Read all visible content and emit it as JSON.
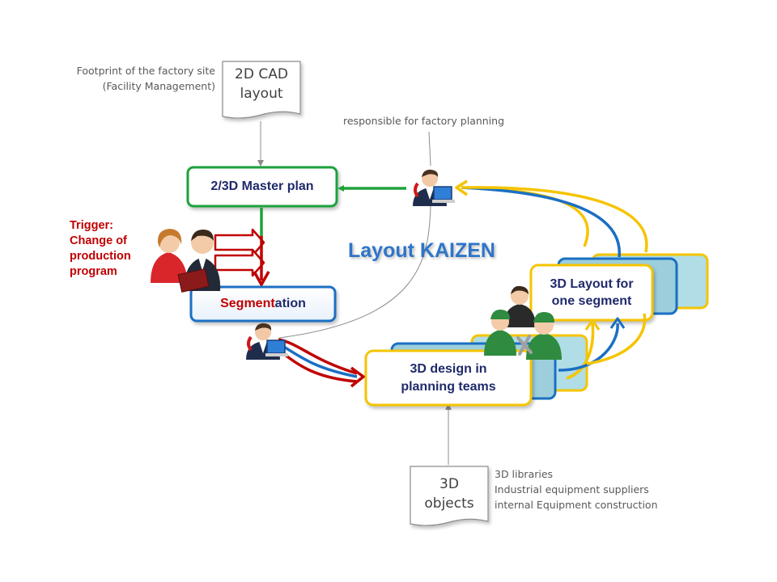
{
  "cad_doc": {
    "line1": "2D CAD",
    "line2": "layout"
  },
  "cad_note": {
    "line1": "Footprint of the factory site",
    "line2": "(Facility Management)"
  },
  "planner_note": "responsible for factory planning",
  "master_plan": "2/3D Master plan",
  "trigger": {
    "line1": "Trigger:",
    "line2": "Change of",
    "line3": "production",
    "line4": "program"
  },
  "segmentation": {
    "part1": "Segment",
    "part2": "ation"
  },
  "title": "Layout KAIZEN",
  "layout_segment": {
    "line1": "3D Layout for",
    "line2": "one segment"
  },
  "design_teams": {
    "line1": "3D design in",
    "line2": "planning teams"
  },
  "objects_doc": {
    "line1": "3D",
    "line2": "objects"
  },
  "objects_note": {
    "line1": "3D libraries",
    "line2": "Industrial equipment suppliers",
    "line3": "internal Equipment construction"
  },
  "colors": {
    "green": "#1ea23c",
    "blue": "#1a6fc4",
    "yellow": "#f5c400",
    "red": "#c00000",
    "navy": "#1f2a6b",
    "title_blue": "#2e75c8"
  }
}
